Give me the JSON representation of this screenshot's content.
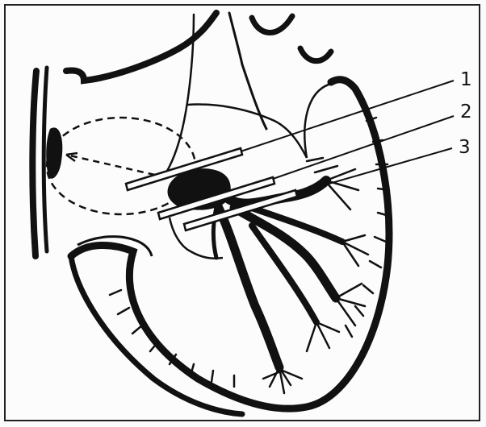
{
  "figure": {
    "callouts": [
      {
        "id": "1",
        "label": "1"
      },
      {
        "id": "2",
        "label": "2"
      },
      {
        "id": "3",
        "label": "3"
      }
    ],
    "colors": {
      "ink": "#111111",
      "paper": "#fcfcfc",
      "frame": "#222222"
    }
  }
}
